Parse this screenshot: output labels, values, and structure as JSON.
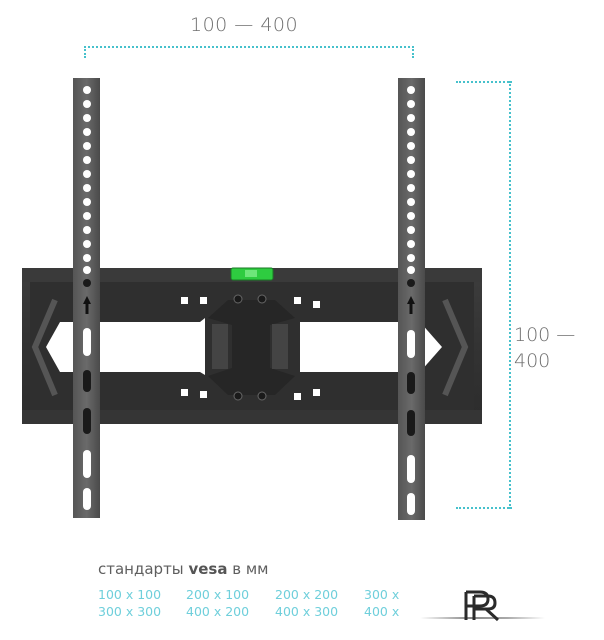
{
  "dimensions": {
    "horizontal_label": "100 — 400",
    "vertical_label_line1": "100 —",
    "vertical_label_line2": "400",
    "accent_color": "#46c1cc"
  },
  "product": {
    "name": "tv-wall-mount-bracket",
    "color": "#3a3a3a",
    "bubble_level_color": "#2ecc40"
  },
  "vesa": {
    "title_prefix": "стандарты",
    "title_bold": "vesa",
    "title_suffix": "в мм",
    "standards": [
      "100 x 100",
      "200 x 100",
      "200 x 200",
      "300 x",
      "300 x 300",
      "400 x 200",
      "400 x 300",
      "400 x"
    ],
    "text_color": "#6fcfdb"
  },
  "logo": {
    "text": "PR"
  }
}
